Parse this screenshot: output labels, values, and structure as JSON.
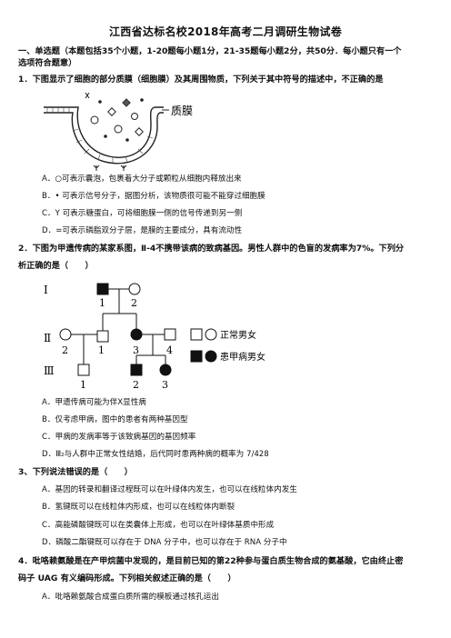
{
  "title": "江西省达标名校2018年高考二月调研生物试卷",
  "section": {
    "line1": "一、单选题（本题包括35个小题，1-20题每小题1分，21-35题每小题2分，共50分．每小题只有一个",
    "line2": "选项符合题意）"
  },
  "q1": {
    "stem": "1．下图显示了细胞的部分质膜（细胞膜）及其周围物质，下列关于其中符号的描述中，不正确的是",
    "figure_label": "质膜",
    "options": [
      "A．○可表示囊泡，包裹着大分子或颗粒从细胞内释放出来",
      "B．• 可表示信号分子，据图分析，该物质很可能不能穿过细胞膜",
      "C．Y 可表示糖蛋白，可将细胞膜一侧的信号传递到另一侧",
      "D．=可表示磷脂双分子层，是膜的主要成分，具有流动性"
    ]
  },
  "q2": {
    "stem1": "2．下图为甲遗传病的某家系图，Ⅱ-4不携带该病的致病基因。男性人群中的色盲的发病率为7%。下列分",
    "stem2": "析正确的是（　　）",
    "pedigree": {
      "gen_labels": [
        "Ⅰ",
        "Ⅱ",
        "Ⅲ"
      ],
      "gen1_numbers": [
        "1",
        "2"
      ],
      "gen2_numbers": [
        "1",
        "2",
        "3",
        "4"
      ],
      "gen3_numbers": [
        "1",
        "2",
        "3"
      ],
      "legend_normal": "正常男女",
      "legend_affected": "患甲病男女"
    },
    "options": [
      "A．甲遗传病可能为伴X显性病",
      "B．仅考虑甲病，图中的患者有两种基因型",
      "C．甲病的发病率等于该致病基因的基因频率",
      "D．Ⅲ₂与人群中正常女性结婚，后代同时患两种病的概率为 7/428"
    ]
  },
  "q3": {
    "stem": "3、下列说法错误的是（　　）",
    "options": [
      "A．基因的转录和翻译过程既可以在叶绿体内发生，也可以在线粒体内发生",
      "B．氢键既可以在线粒体内形成，也可以在线粒体内断裂",
      "C．高能磷酸键既可以在类囊体上形成，也可以在叶绿体基质中形成",
      "D．磷酸二酯键既可以存在于 DNA 分子中，也可以存在于 RNA 分子中"
    ]
  },
  "q4": {
    "stem1": "4．吡咯赖氨酸是在产甲烷菌中发现的，是目前已知的第22种参与蛋白质生物合成的氨基酸，它由终止密",
    "stem2": "码子 UAG 有义编码形成。下列相关叙述正确的是（　　）",
    "options": [
      "A．吡咯赖氨酸合成蛋白质所需的模板通过核孔运出"
    ]
  }
}
